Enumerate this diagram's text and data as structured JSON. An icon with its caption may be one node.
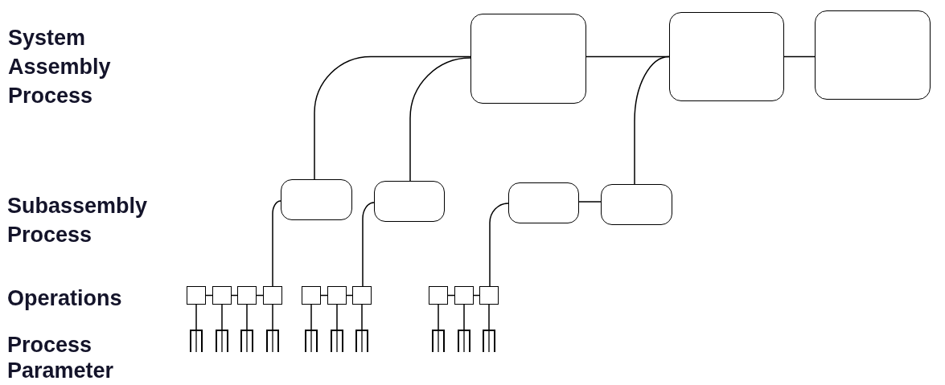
{
  "diagram": {
    "nodes": [
      {
        "text": [],
        "shape": "box"
      },
      {
        "text": [],
        "shape": "box"
      },
      {
        "text": [],
        "shape": "box"
      },
      {
        "text": [],
        "shape": "box"
      },
      {
        "text": [],
        "shape": "box"
      },
      {
        "text": [],
        "shape": "box"
      },
      {
        "text": [],
        "shape": "box"
      },
      {
        "text": [],
        "shape": "box"
      },
      {
        "text": [],
        "shape": "box"
      },
      {
        "text": [],
        "shape": "box"
      },
      {
        "text": [],
        "shape": "box"
      },
      {
        "text": [],
        "shape": "box"
      },
      {
        "text": [],
        "shape": "box"
      },
      {
        "text": [],
        "shape": "box"
      },
      {
        "text": [],
        "shape": "box"
      },
      {
        "text": [],
        "shape": "box"
      },
      {
        "text": [],
        "shape": "box"
      },
      {
        "text": [],
        "shape": "fork"
      },
      {
        "text": [],
        "shape": "fork"
      },
      {
        "text": [],
        "shape": "fork"
      },
      {
        "text": [],
        "shape": "fork"
      },
      {
        "text": [],
        "shape": "fork"
      },
      {
        "text": [],
        "shape": "fork"
      },
      {
        "text": [],
        "shape": "fork"
      },
      {
        "text": [],
        "shape": "fork"
      },
      {
        "text": [],
        "shape": "fork"
      },
      {
        "text": [],
        "shape": "fork"
      }
    ],
    "edges": [
      {
        "from": 0,
        "to": 1,
        "arrow": "none"
      },
      {
        "from": 1,
        "to": 2,
        "arrow": "none"
      },
      {
        "from": 0,
        "to": 3,
        "arrow": "none"
      },
      {
        "from": 0,
        "to": 4,
        "arrow": "none"
      },
      {
        "from": 1,
        "to": 6,
        "arrow": "none"
      },
      {
        "from": 5,
        "to": 6,
        "arrow": "none"
      },
      {
        "from": 3,
        "to": 10,
        "arrow": "none"
      },
      {
        "from": 4,
        "to": 13,
        "arrow": "none"
      },
      {
        "from": 5,
        "to": 16,
        "arrow": "none"
      },
      {
        "from": 7,
        "to": 8,
        "arrow": "none"
      },
      {
        "from": 8,
        "to": 9,
        "arrow": "none"
      },
      {
        "from": 9,
        "to": 10,
        "arrow": "none"
      },
      {
        "from": 11,
        "to": 12,
        "arrow": "none"
      },
      {
        "from": 12,
        "to": 13,
        "arrow": "none"
      },
      {
        "from": 14,
        "to": 15,
        "arrow": "none"
      },
      {
        "from": 15,
        "to": 16,
        "arrow": "none"
      },
      {
        "from": 7,
        "to": 17,
        "arrow": "none"
      },
      {
        "from": 8,
        "to": 18,
        "arrow": "none"
      },
      {
        "from": 9,
        "to": 19,
        "arrow": "none"
      },
      {
        "from": 10,
        "to": 20,
        "arrow": "none"
      },
      {
        "from": 11,
        "to": 21,
        "arrow": "none"
      },
      {
        "from": 12,
        "to": 22,
        "arrow": "none"
      },
      {
        "from": 13,
        "to": 23,
        "arrow": "none"
      },
      {
        "from": 14,
        "to": 24,
        "arrow": "none"
      },
      {
        "from": 15,
        "to": 25,
        "arrow": "none"
      },
      {
        "from": 16,
        "to": 26,
        "arrow": "none"
      }
    ],
    "labels": [
      "System Assembly Process",
      "Subassembly Process",
      "Operations",
      "Process Parameter"
    ]
  }
}
